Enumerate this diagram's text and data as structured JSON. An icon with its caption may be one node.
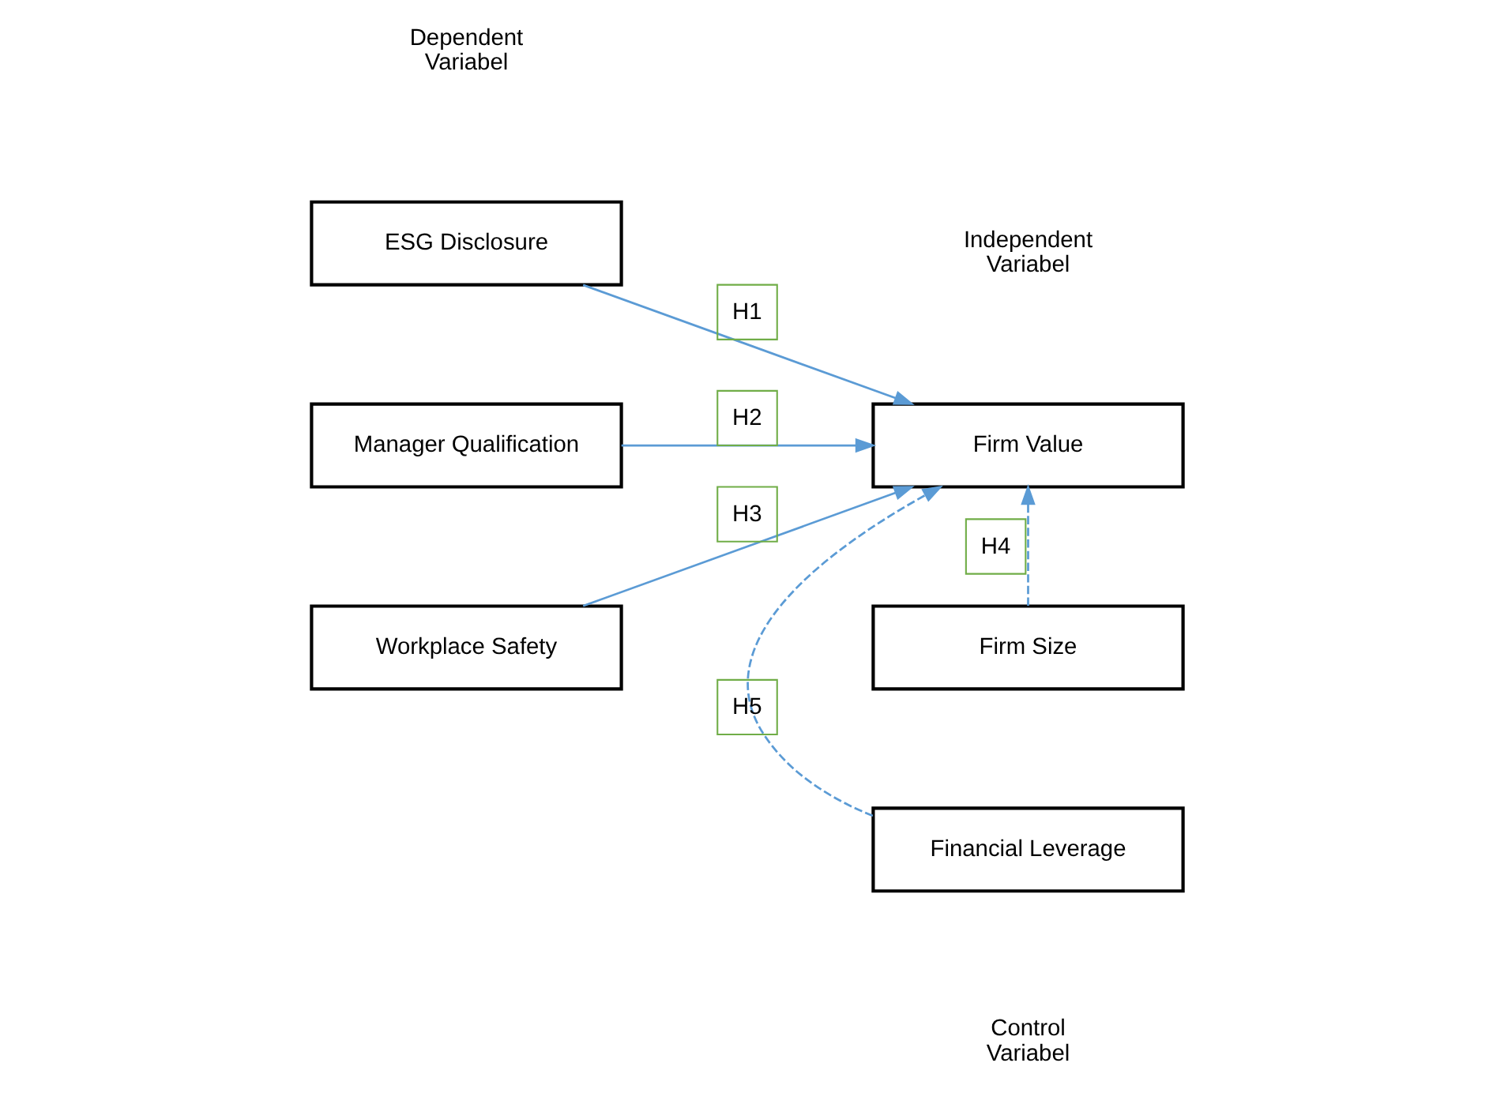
{
  "diagram": {
    "nodes": [
      {
        "text": [
          "ESG Disclosure"
        ]
      },
      {
        "text": [
          "Manager Qualification"
        ]
      },
      {
        "text": [
          "Workplace Safety"
        ]
      },
      {
        "text": [
          "Firm Value"
        ]
      },
      {
        "text": [
          "Firm Size"
        ]
      },
      {
        "text": [
          "Financial Leverage"
        ]
      }
    ],
    "edges": [
      {
        "from": 0,
        "to": 3,
        "arrow": "to",
        "label": "H1"
      },
      {
        "from": 1,
        "to": 3,
        "arrow": "to",
        "label": "H2"
      },
      {
        "from": 2,
        "to": 3,
        "arrow": "to",
        "label": "H3"
      },
      {
        "from": 4,
        "to": 3,
        "arrow": "to",
        "label": "H4",
        "style": "dashed"
      },
      {
        "from": 5,
        "to": 3,
        "arrow": "to",
        "label": "H5",
        "style": "dashed"
      }
    ],
    "labels": [
      "Dependent Variabel",
      "Independent Variabel",
      "Control Variabel"
    ]
  }
}
